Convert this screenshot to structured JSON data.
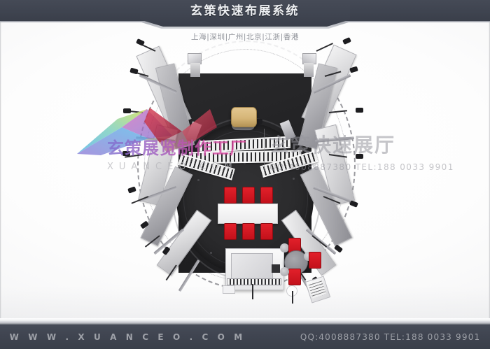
{
  "header": {
    "title": "玄策快速布展系统",
    "subtitle": "上海|深圳|广州|北京|江浙|香港",
    "bar_color": "#3f4450"
  },
  "footer": {
    "website": "W W W . X U A N C E O . C O M",
    "contact": "QQ:4008887380  TEL:188 0033 9901",
    "bar_color": "#3f4450",
    "text_color": "#9ea1a8"
  },
  "watermarks": {
    "left": {
      "brand_cn": "玄策展览制作工厂",
      "brand_en": "XUANCEO.COM",
      "gradient_from": "#7f6fd0",
      "gradient_to": "#e0449a"
    },
    "right": {
      "brand_cn": "玄策快速展厅",
      "contact": "QQ:4008887380  TEL:188 0033 9901",
      "color": "#96969c"
    }
  },
  "render": {
    "alt": "展台俯视效果图",
    "floor_color": "#232325",
    "chair_color": "#c3111b",
    "panel_color": "#d8d8da",
    "counter_color": "#d6b678"
  }
}
